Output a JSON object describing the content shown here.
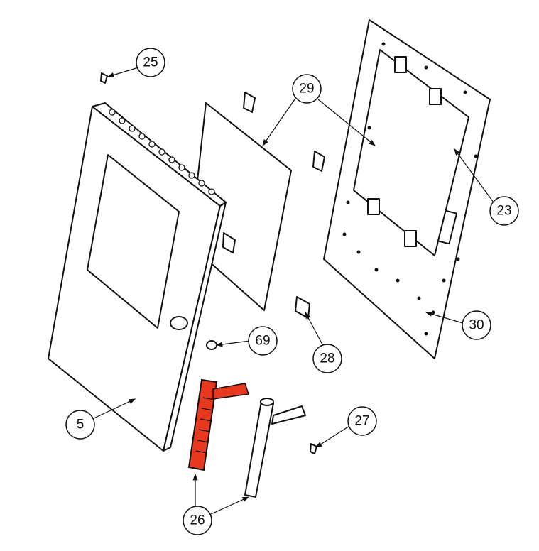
{
  "diagram": {
    "callouts": {
      "door": "5",
      "screw_top": "25",
      "glass": "29",
      "inner_frame": "23",
      "back_panel": "30",
      "washer": "69",
      "clip": "28",
      "screw_bottom": "27",
      "handle": "26"
    },
    "colors": {
      "handle_accent": "#e8391e",
      "line": "#111111"
    }
  }
}
